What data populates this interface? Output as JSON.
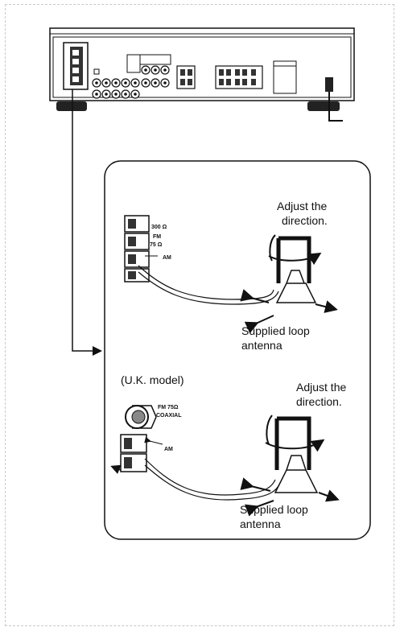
{
  "upper_panel": {
    "terminals": [
      "300 Ω",
      "FM",
      "75 Ω",
      "AM"
    ],
    "instruction": [
      "Adjust the",
      "direction."
    ],
    "caption": [
      "Supplied loop",
      "antenna"
    ]
  },
  "lower_panel": {
    "model_note": "(U.K. model)",
    "connector": [
      "FM 75Ω",
      "COAXIAL"
    ],
    "terminal": "AM",
    "instruction": [
      "Adjust the",
      "direction."
    ],
    "caption": [
      "Supplied loop",
      "antenna"
    ]
  }
}
